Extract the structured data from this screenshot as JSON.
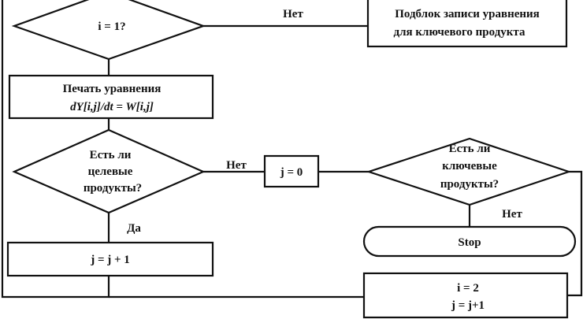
{
  "colors": {
    "ink": "#111111",
    "paper": "#ffffff"
  },
  "nodes": {
    "check_i1": {
      "label": "i = 1?"
    },
    "subblock": {
      "line1": "Подблок записи уравнения",
      "line2": "для ключевого продукта"
    },
    "print_eq": {
      "line1": "Печать уравнения",
      "line2": "dY[i,j]/dt = W[i,j]"
    },
    "check_target": {
      "line1": "Есть ли",
      "line2": "целевые",
      "line3": "продукты?"
    },
    "set_j0": {
      "label": "j = 0"
    },
    "check_key": {
      "line1": "Есть ли",
      "line2": "ключевые",
      "line3": "продукты?"
    },
    "stop": {
      "label": "Stop"
    },
    "inc_j": {
      "label": "j = j + 1"
    },
    "set_i2": {
      "line1": "i = 2",
      "line2": "j = j+1"
    }
  },
  "edges": {
    "no_i1": "Нет",
    "no_target": "Нет",
    "yes_target": "Да",
    "no_key": "Нет"
  }
}
